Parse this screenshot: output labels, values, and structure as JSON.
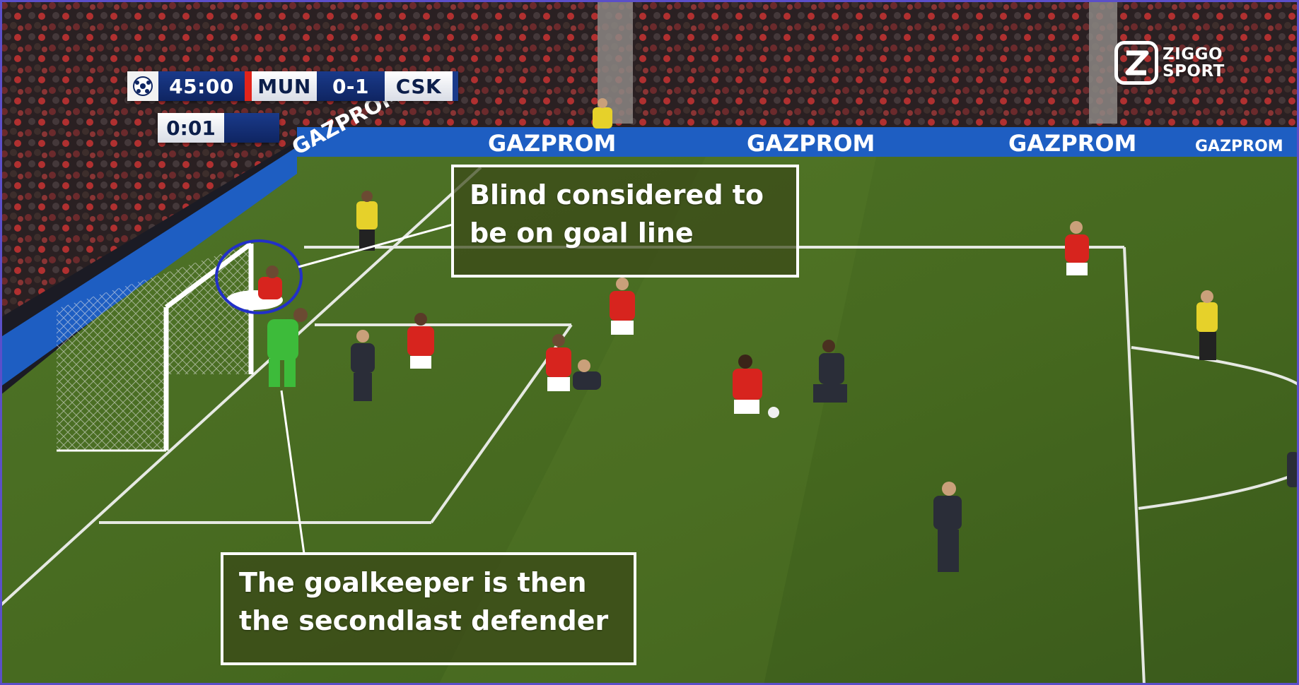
{
  "scoreboard": {
    "match_clock": "45:00",
    "home_team": "MUN",
    "score": "0-1",
    "away_team": "CSK",
    "added_time": "0:01"
  },
  "broadcaster": {
    "line1": "ZIGGO",
    "line2": "SPORT"
  },
  "boards": [
    "GAZPROM",
    "GAZPROM",
    "GAZPROM",
    "GAZPROM",
    "GAZPROM"
  ],
  "annotations": {
    "top": {
      "line1": "Blind considered to",
      "line2": "be on goal line"
    },
    "bottom": {
      "line1": "The goalkeeper is then",
      "line2": "the secondlast defender"
    }
  },
  "colors": {
    "pitch_dark": "#3c5a1e",
    "pitch_light": "#557a2a",
    "home_kit": "#d7241e",
    "away_kit": "#2a2d38",
    "keeper_kit": "#3dbb3a",
    "highlight_circle": "#2230c8",
    "board_blue": "#1e5ec2"
  }
}
